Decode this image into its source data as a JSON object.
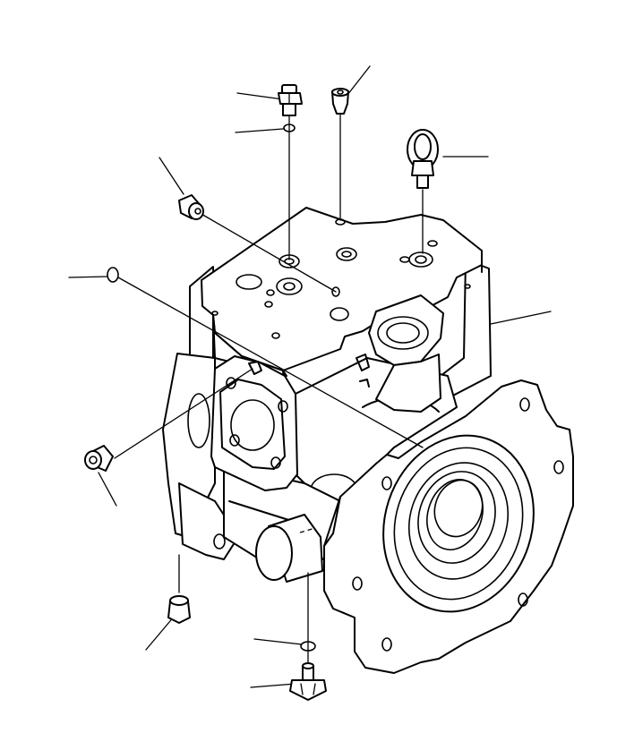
{
  "figure": {
    "kind": "exploded parts diagram",
    "background": "#ffffff",
    "line_color": "#000000",
    "text_labels": []
  },
  "parts": [
    "pump-housing-body",
    "valve-block",
    "eye-bolt",
    "plug",
    "o-ring",
    "hex-bolt",
    "flange-plate",
    "side-cap"
  ]
}
